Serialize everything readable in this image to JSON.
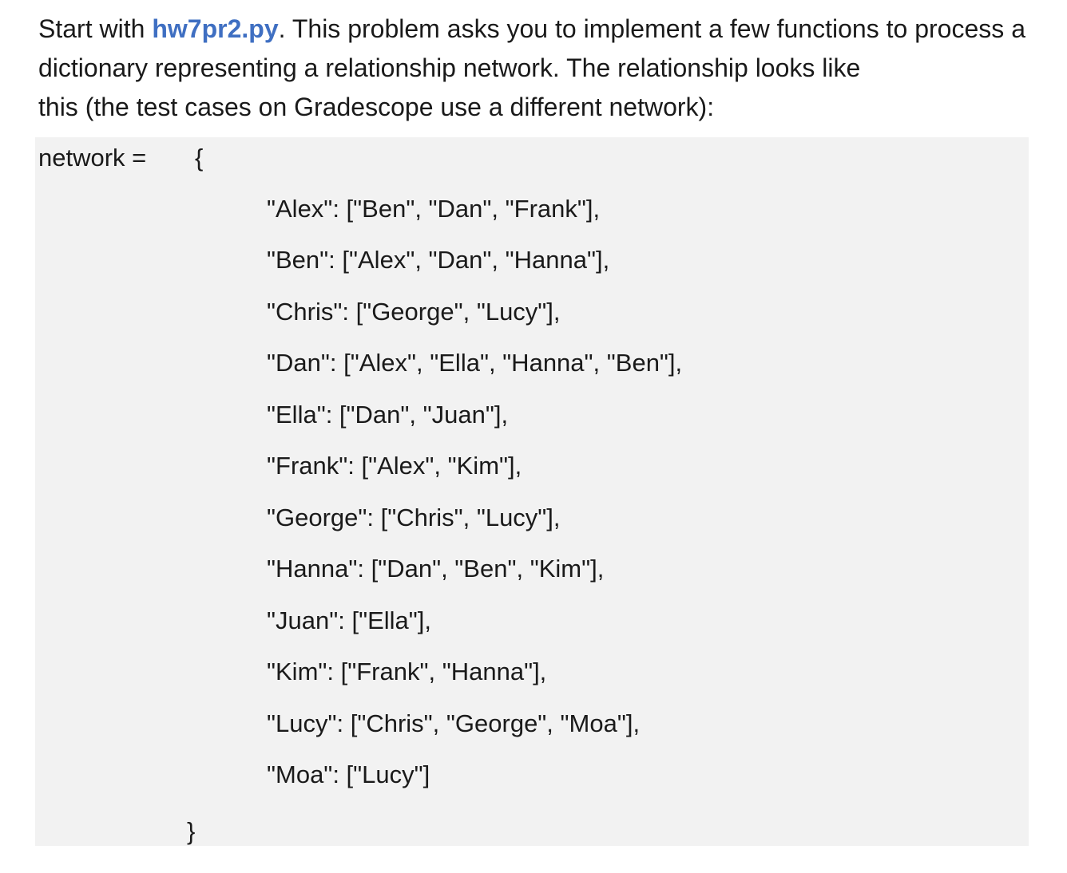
{
  "intro": {
    "prefix": "Start with ",
    "filename": "hw7pr2.py",
    "suffix": ". This problem asks you to implement a few functions to process a dictionary representing a relationship network. The relationship looks like",
    "last_line": "this (the test cases on Gradescope use a different network):"
  },
  "code": {
    "lhs": "network =",
    "open_brace": "{",
    "close_brace": "}",
    "entries": [
      "\"Alex\": [\"Ben\", \"Dan\", \"Frank\"],",
      "\"Ben\": [\"Alex\", \"Dan\", \"Hanna\"],",
      "\"Chris\": [\"George\", \"Lucy\"],",
      "\"Dan\": [\"Alex\", \"Ella\", \"Hanna\", \"Ben\"],",
      "\"Ella\": [\"Dan\", \"Juan\"],",
      "\"Frank\": [\"Alex\", \"Kim\"],",
      "\"George\": [\"Chris\", \"Lucy\"],",
      "\"Hanna\": [\"Dan\", \"Ben\", \"Kim\"],",
      "\"Juan\": [\"Ella\"],",
      "\"Kim\": [\"Frank\", \"Hanna\"],",
      "\"Lucy\": [\"Chris\", \"George\", \"Moa\"],",
      "\"Moa\": [\"Lucy\"]"
    ]
  }
}
